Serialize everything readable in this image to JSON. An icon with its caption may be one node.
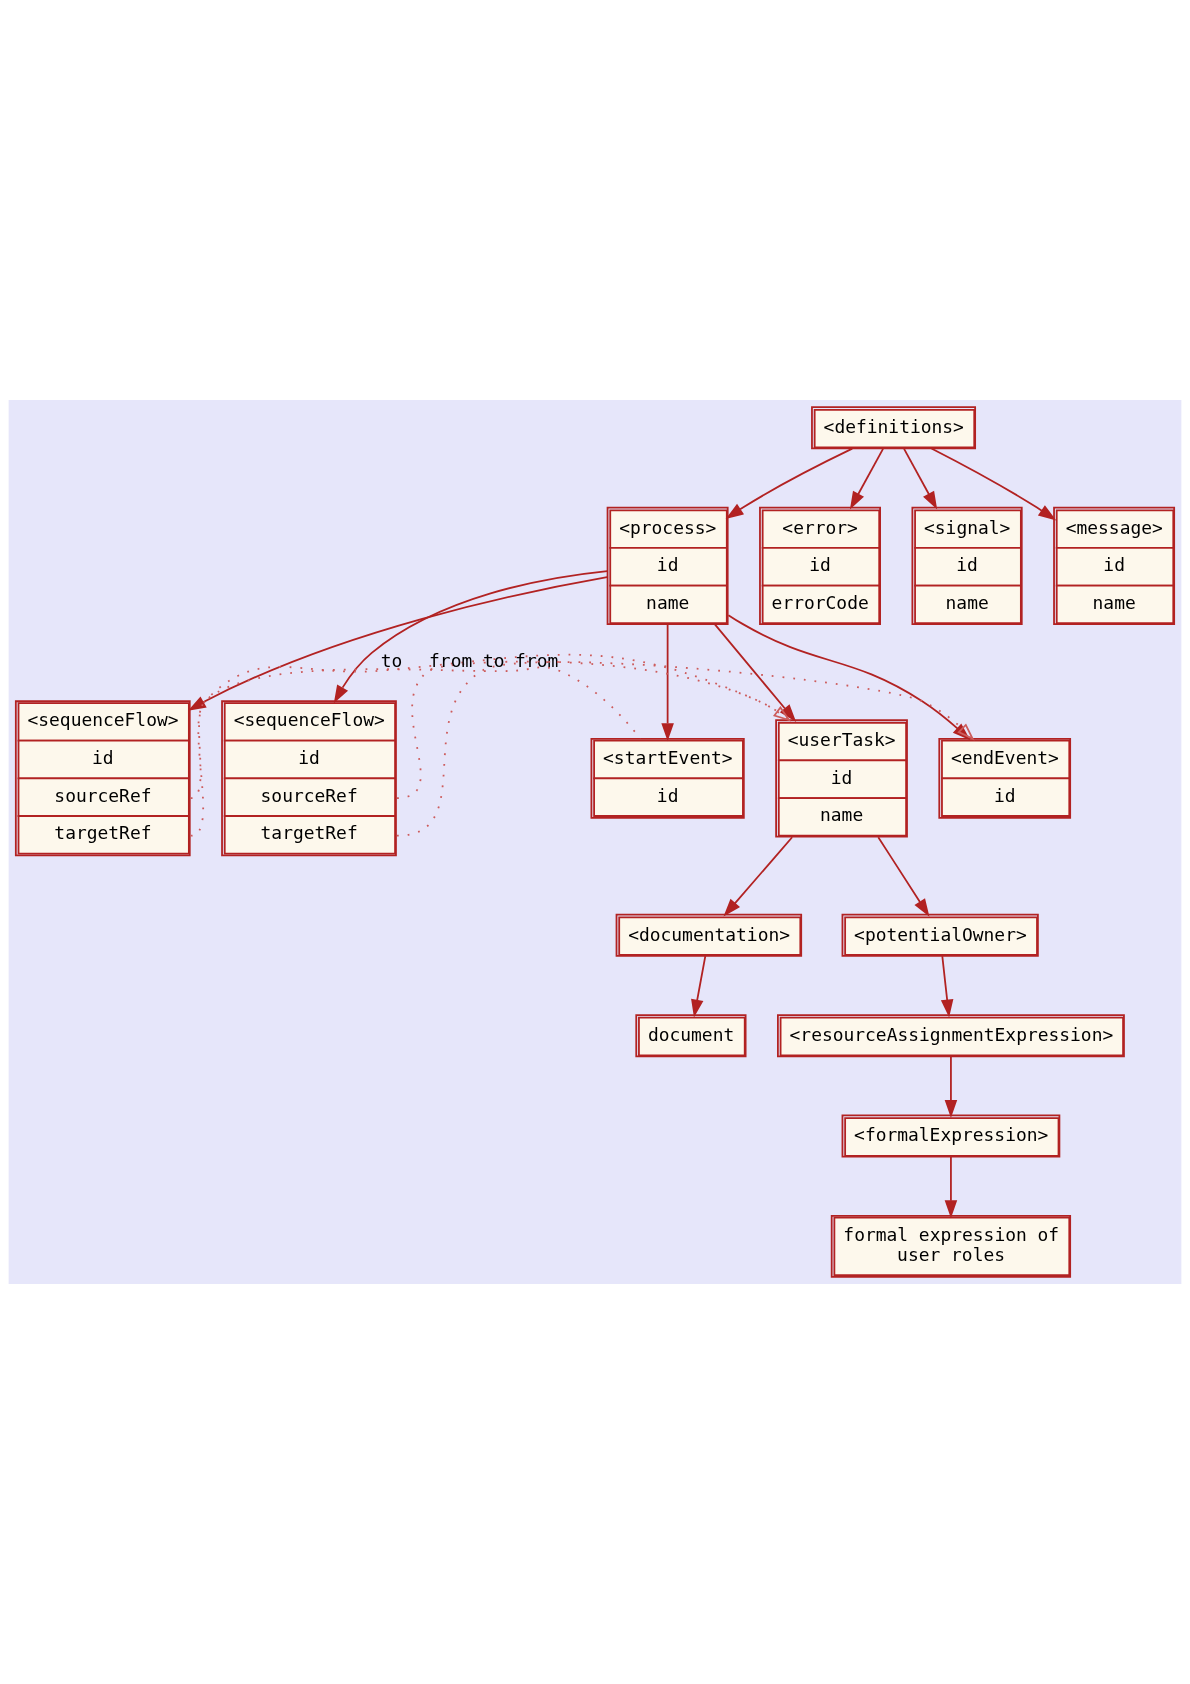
{
  "diagram": {
    "nodes": [
      {
        "text": [
          "<definitions>"
        ]
      },
      {
        "text": [
          "<process>",
          "id",
          "name"
        ]
      },
      {
        "text": [
          "<error>",
          "id",
          "errorCode"
        ]
      },
      {
        "text": [
          "<signal>",
          "id",
          "name"
        ]
      },
      {
        "text": [
          "<message>",
          "id",
          "name"
        ]
      },
      {
        "text": [
          "<sequenceFlow>",
          "id",
          "sourceRef",
          "targetRef"
        ]
      },
      {
        "text": [
          "<sequenceFlow>",
          "id",
          "sourceRef",
          "targetRef"
        ]
      },
      {
        "text": [
          "<startEvent>",
          "id"
        ]
      },
      {
        "text": [
          "<userTask>",
          "id",
          "name"
        ]
      },
      {
        "text": [
          "<endEvent>",
          "id"
        ]
      },
      {
        "text": [
          "<documentation>"
        ]
      },
      {
        "text": [
          "<potentialOwner>"
        ]
      },
      {
        "text": [
          "document"
        ]
      },
      {
        "text": [
          "<resourceAssignmentExpression>"
        ]
      },
      {
        "text": [
          "<formalExpression>"
        ]
      },
      {
        "text": [
          "formal expression of user roles"
        ]
      }
    ],
    "edges": [
      {
        "from": 0,
        "to": 1,
        "arrow": "to"
      },
      {
        "from": 0,
        "to": 2,
        "arrow": "to"
      },
      {
        "from": 0,
        "to": 3,
        "arrow": "to"
      },
      {
        "from": 0,
        "to": 4,
        "arrow": "to"
      },
      {
        "from": 1,
        "to": 5,
        "arrow": "to"
      },
      {
        "from": 1,
        "to": 6,
        "arrow": "to"
      },
      {
        "from": 1,
        "to": 7,
        "arrow": "to"
      },
      {
        "from": 1,
        "to": 8,
        "arrow": "to"
      },
      {
        "from": 1,
        "to": 9,
        "arrow": "to"
      },
      {
        "from": 5,
        "to": 7,
        "arrow": "none",
        "label": "from",
        "style": "dashed",
        "color": "#cd5c5c"
      },
      {
        "from": 5,
        "to": 8,
        "arrow": "to",
        "label": "to",
        "style": "dashed",
        "color": "#cd5c5c"
      },
      {
        "from": 6,
        "to": 8,
        "arrow": "none",
        "label": "from",
        "style": "dashed",
        "color": "#cd5c5c"
      },
      {
        "from": 6,
        "to": 9,
        "arrow": "to",
        "label": "to",
        "style": "dashed",
        "color": "#cd5c5c"
      },
      {
        "from": 8,
        "to": 10,
        "arrow": "to"
      },
      {
        "from": 8,
        "to": 11,
        "arrow": "to"
      },
      {
        "from": 10,
        "to": 12,
        "arrow": "to"
      },
      {
        "from": 11,
        "to": 13,
        "arrow": "to"
      },
      {
        "from": 13,
        "to": 14,
        "arrow": "to"
      },
      {
        "from": 14,
        "to": 15,
        "arrow": "to"
      }
    ]
  }
}
